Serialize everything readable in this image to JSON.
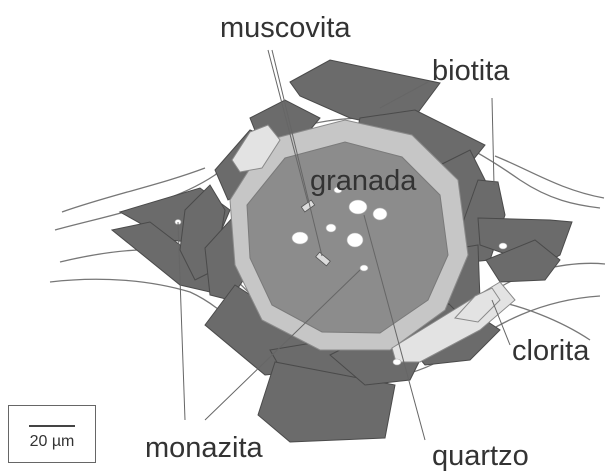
{
  "labels": {
    "muscovita": "muscovita",
    "biotita": "biotita",
    "granada": "granada",
    "clorita": "clorita",
    "monazita": "monazita",
    "quartzo": "quartzo"
  },
  "scale_bar": {
    "text": "20 µm"
  },
  "colors": {
    "biotite": "#6b6b6b",
    "garnet_core": "#8a8a8a",
    "garnet_rim": "#c6c6c6",
    "chlorite": "#e3e3e3",
    "inclusions": "#ffffff",
    "outline": "#4a4a4a"
  }
}
